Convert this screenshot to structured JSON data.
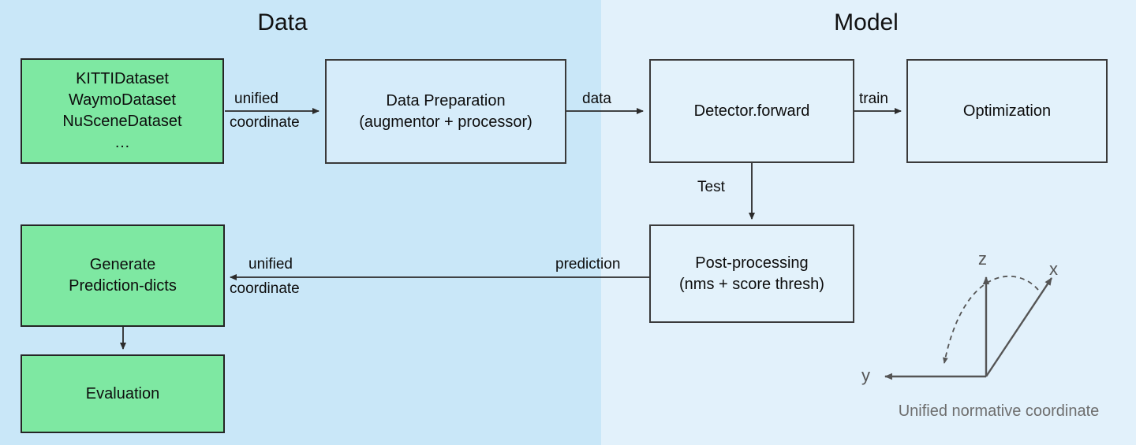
{
  "diagram": {
    "title_data": "Data",
    "title_model": "Model",
    "regions": [
      {
        "name": "Data",
        "color": "#c9e7f8"
      },
      {
        "name": "Model",
        "color": "#e2f1fb"
      }
    ],
    "colors": {
      "data_region": "#c9e7f8",
      "model_region": "#e2f1fb",
      "green_node": "#7ee8a2",
      "blue_node": "#d6ecfa",
      "border": "#2b2b2b",
      "axis_gray": "#6e6e6e"
    }
  },
  "nodes": {
    "datasets": "KITTIDataset\nWaymoDataset\nNuSceneDataset\n…",
    "data_preparation": "Data Preparation\n(augmentor + processor)",
    "detector_forward": "Detector.forward",
    "optimization": "Optimization",
    "post_processing": "Post-processing\n(nms + score thresh)",
    "generate_prediction_dicts": "Generate\nPrediction-dicts",
    "evaluation": "Evaluation"
  },
  "edges": {
    "unified_top_line1": "unified",
    "unified_top_line2": "coordinate",
    "data": "data",
    "train": "train",
    "test": "Test",
    "prediction": "prediction",
    "unified_bottom_line1": "unified",
    "unified_bottom_line2": "coordinate"
  },
  "coordinate_widget": {
    "axis_z": "z",
    "axis_x": "x",
    "axis_y": "y",
    "caption": "Unified normative coordinate"
  }
}
